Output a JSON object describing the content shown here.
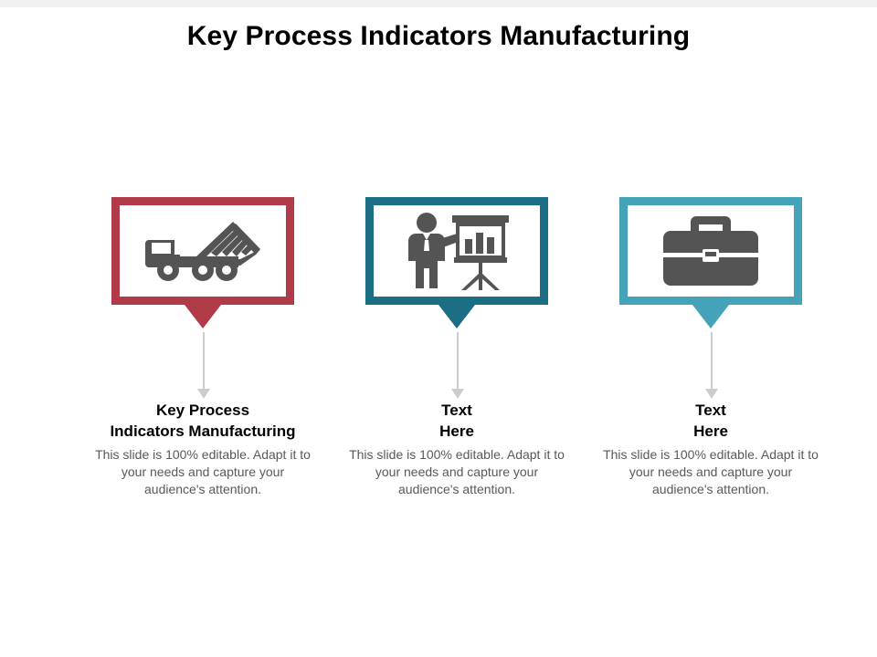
{
  "slide": {
    "title": "Key Process Indicators Manufacturing",
    "background_color": "#FFFFFF",
    "top_band_color": "#F0F0F0",
    "icon_color": "#545454",
    "connector_color": "#CCCCCC",
    "body_text_color": "#595959"
  },
  "columns": [
    {
      "accent_color": "#B03A48",
      "icon": "dump-truck-icon",
      "heading": "Key Process\nIndicators Manufacturing",
      "body": "This slide is 100% editable. Adapt it to your needs and capture your audience's attention."
    },
    {
      "accent_color": "#1B6E84",
      "icon": "presenter-with-bar-chart-icon",
      "heading": "Text\nHere",
      "body": "This slide is 100% editable. Adapt it to your needs and capture your audience's attention."
    },
    {
      "accent_color": "#44A3B8",
      "icon": "briefcase-icon",
      "heading": "Text\nHere",
      "body": "This slide is 100% editable. Adapt it to your needs and capture your audience's attention."
    }
  ]
}
